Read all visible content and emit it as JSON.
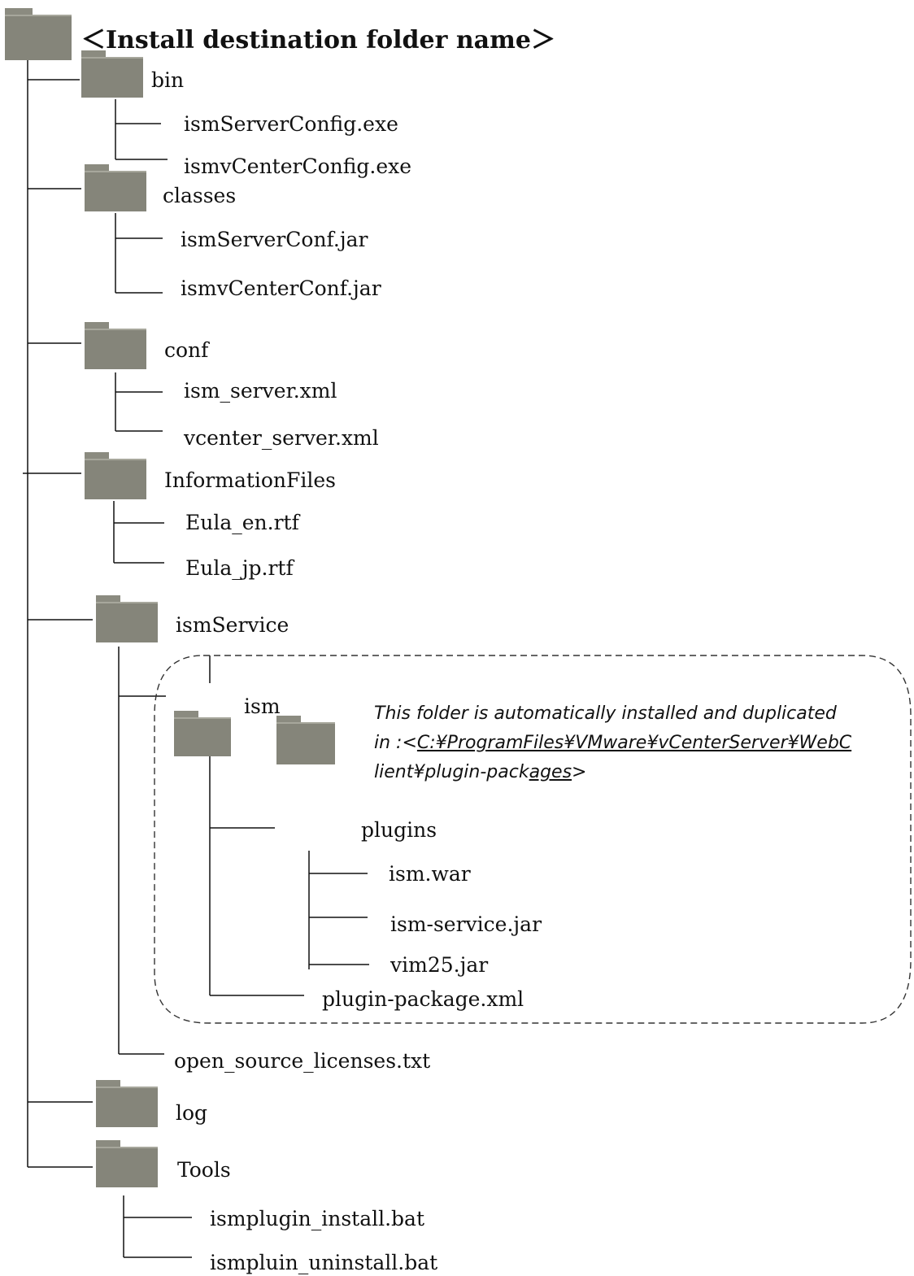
{
  "root": {
    "title": "＜Install destination folder name＞"
  },
  "folders": {
    "bin": "bin",
    "classes": "classes",
    "conf": "conf",
    "information_files": "InformationFiles",
    "ism_service": "ismService",
    "ism": "ism",
    "plugins": "plugins",
    "log": "log",
    "tools": "Tools"
  },
  "files": {
    "bin": [
      "ismServerConfig.exe",
      "ismvCenterConfig.exe"
    ],
    "classes": [
      "ismServerConf.jar",
      "ismvCenterConf.jar"
    ],
    "conf": [
      "ism_server.xml",
      "vcenter_server.xml"
    ],
    "information_files": [
      "Eula_en.rtf",
      "Eula_jp.rtf"
    ],
    "plugins": [
      "ism.war",
      "ism-service.jar",
      "vim25.jar"
    ],
    "ism": [
      "plugin-package.xml"
    ],
    "ism_service": [
      "open_source_licenses.txt"
    ],
    "tools": [
      "ismplugin_install.bat",
      "ismpluin_uninstall.bat"
    ]
  },
  "note": {
    "line1": "This folder is automatically installed and duplicated",
    "line2_prefix": "in :<",
    "line2_path": "C:¥ProgramFiles¥VMware¥vCenterServer¥WebC",
    "line3_a": "lient¥plugin-pack",
    "line3_b": "ages",
    "line3_c": ">"
  },
  "colors": {
    "folder": "#85857a",
    "line": "#111111",
    "dashed_box": "#333333"
  }
}
